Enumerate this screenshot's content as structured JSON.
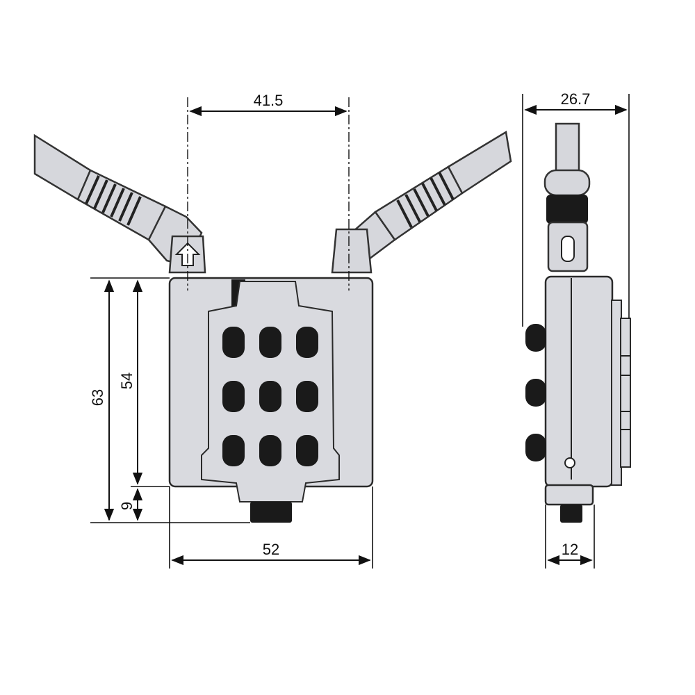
{
  "dimensions": {
    "top_width": "41.5",
    "overall_height": "63",
    "body_height": "54",
    "bottom_offset": "9",
    "body_width": "52",
    "side_depth": "26.7",
    "side_base": "12"
  },
  "colors": {
    "body": "#d9dadf",
    "outline": "#2a2a2a",
    "dark": "#1a1a1a"
  }
}
